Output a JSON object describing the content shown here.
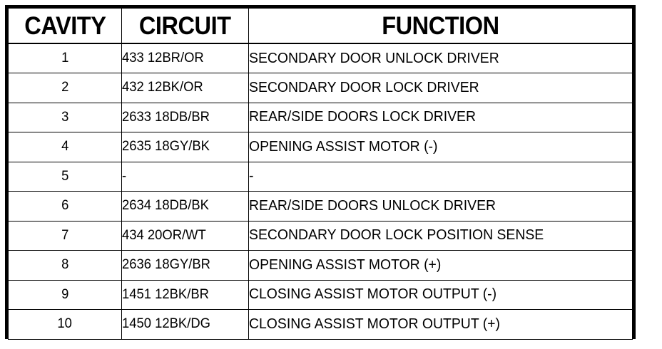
{
  "table": {
    "columns": [
      {
        "key": "cavity",
        "label": "CAVITY"
      },
      {
        "key": "circuit",
        "label": "CIRCUIT"
      },
      {
        "key": "function",
        "label": "FUNCTION"
      }
    ],
    "rows": [
      {
        "cavity": "1",
        "circuit": "433 12BR/OR",
        "function": "SECONDARY DOOR UNLOCK DRIVER"
      },
      {
        "cavity": "2",
        "circuit": "432 12BK/OR",
        "function": "SECONDARY DOOR LOCK DRIVER"
      },
      {
        "cavity": "3",
        "circuit": "2633 18DB/BR",
        "function": "REAR/SIDE DOORS LOCK DRIVER"
      },
      {
        "cavity": "4",
        "circuit": "2635 18GY/BK",
        "function": "OPENING ASSIST MOTOR (-)"
      },
      {
        "cavity": "5",
        "circuit": "-",
        "function": "-"
      },
      {
        "cavity": "6",
        "circuit": "2634 18DB/BK",
        "function": "REAR/SIDE DOORS UNLOCK DRIVER"
      },
      {
        "cavity": "7",
        "circuit": "434 20OR/WT",
        "function": "SECONDARY DOOR LOCK POSITION SENSE"
      },
      {
        "cavity": "8",
        "circuit": "2636 18GY/BR",
        "function": "OPENING ASSIST MOTOR (+)"
      },
      {
        "cavity": "9",
        "circuit": "1451 12BK/BR",
        "function": "CLOSING ASSIST MOTOR OUTPUT (-)"
      },
      {
        "cavity": "10",
        "circuit": "1450 12BK/DG",
        "function": "CLOSING ASSIST MOTOR OUTPUT (+)"
      }
    ]
  },
  "colors": {
    "background": "#ffffff",
    "border": "#000000",
    "text": "#000000"
  }
}
